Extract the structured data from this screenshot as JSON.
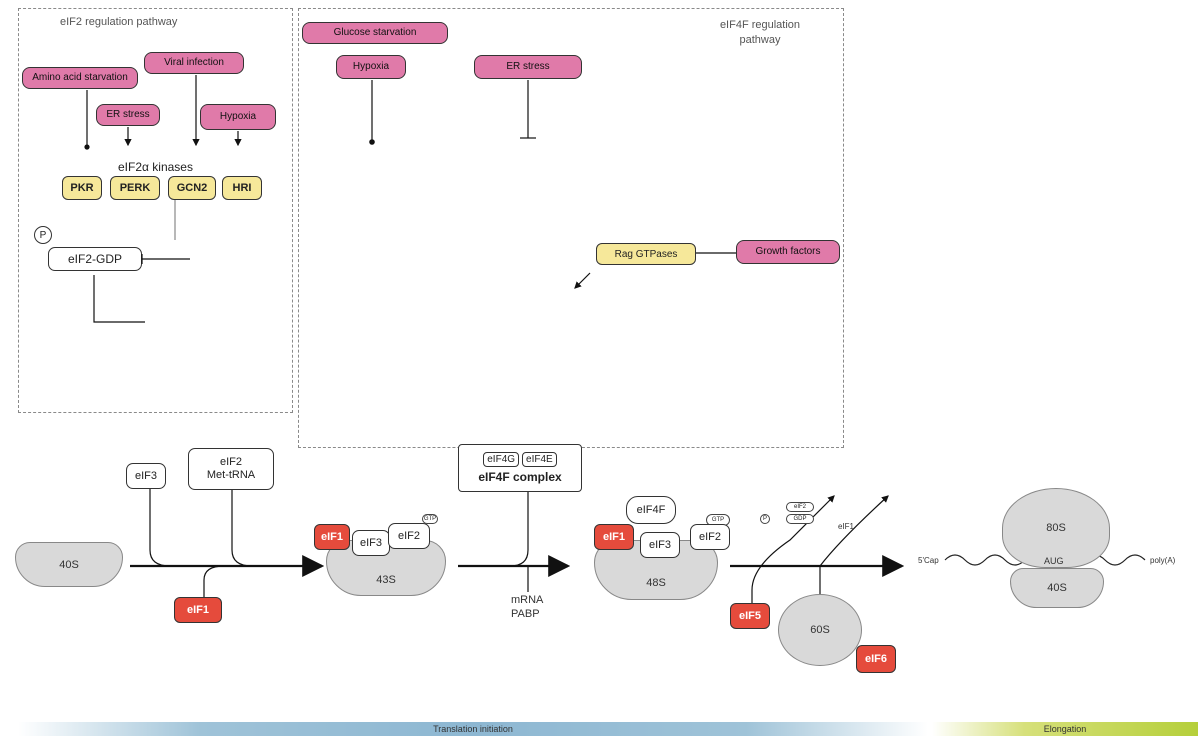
{
  "eif2_panel": {
    "title": "eIF2 regulation pathway",
    "stimuli": [
      "Amino acid starvation",
      "Viral infection",
      "ER stress",
      "Hypoxia"
    ],
    "kinases_label": "eIF2α kinases",
    "kinases": [
      "PKR",
      "PERK",
      "GCN2",
      "HRI"
    ],
    "phospho": "P",
    "complex": "eIF2-GDP"
  },
  "eif4f_panel": {
    "title": "eIF4F regulation pathway",
    "stimuli": [
      "Glucose starvation",
      "Hypoxia",
      "ER stress",
      "Rag GTPases",
      "Growth factors"
    ]
  },
  "pathway": {
    "ribosome_40s": "40S",
    "ribosome_43s": "43S",
    "ribosome_48s": "48S",
    "ribosome_60s": "60S",
    "ribosome_80s": "80S",
    "ribosome_40s_b": "40S",
    "eif3": "eIF3",
    "eif2_met": "eIF2\nMet-tRNA",
    "eif1": "eIF1",
    "eif1a": "eIF1",
    "eif1b": "eIF1",
    "eif3a": "eIF3",
    "eif3b": "eIF3",
    "eif2a": "eIF2",
    "eif2b": "eIF2",
    "eif4f_small": "eIF4F",
    "eif4g": "eIF4G",
    "eif4e": "eIF4E",
    "eif4f_complex": "eIF4F complex",
    "mrna": "mRNA",
    "pabp": "PABP",
    "eif5": "eIF5",
    "eif6": "eIF6",
    "eif1_out": "eIF1",
    "aug": "AUG",
    "cap": "5'Cap",
    "polya": "poly(A)",
    "tiny_gtp": "GTP",
    "tiny_p": "P",
    "tiny_eif2": "eIF2",
    "tiny_gdp": "GDP"
  },
  "bottom_bars": {
    "initiation": "Translation initiation",
    "elongation": "Elongation"
  }
}
